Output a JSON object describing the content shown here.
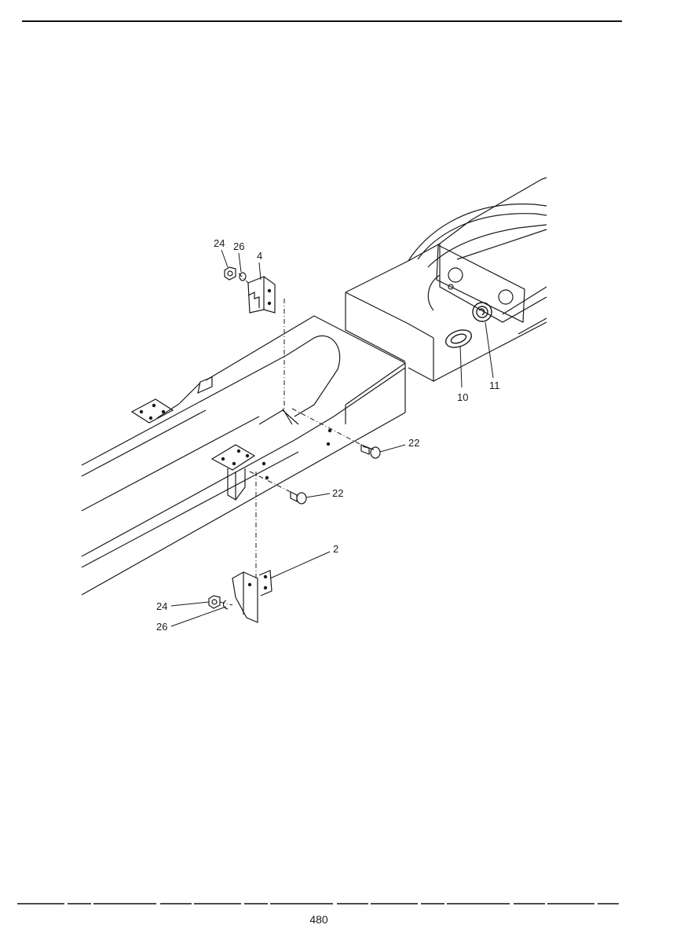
{
  "callouts": [
    {
      "id": "c24a",
      "label": "24"
    },
    {
      "id": "c26a",
      "label": "26"
    },
    {
      "id": "c4",
      "label": "4"
    },
    {
      "id": "c10",
      "label": "10"
    },
    {
      "id": "c11",
      "label": "11"
    },
    {
      "id": "c22a",
      "label": "22"
    },
    {
      "id": "c22b",
      "label": "22"
    },
    {
      "id": "c2",
      "label": "2"
    },
    {
      "id": "c24b",
      "label": "24"
    },
    {
      "id": "c26b",
      "label": "26"
    }
  ],
  "footer": {
    "page_number": "480"
  }
}
